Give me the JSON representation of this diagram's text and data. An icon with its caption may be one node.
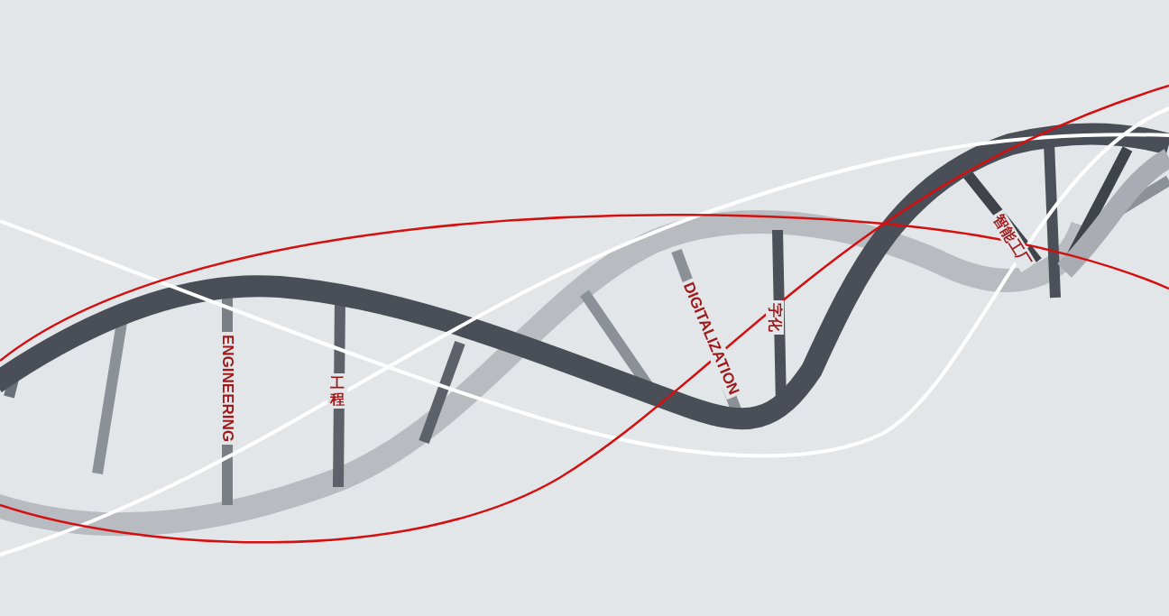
{
  "diagram": {
    "labels": [
      "ENGINEERING",
      "工程",
      "DIGITALIZATION",
      "字化",
      "智能工厂"
    ]
  }
}
